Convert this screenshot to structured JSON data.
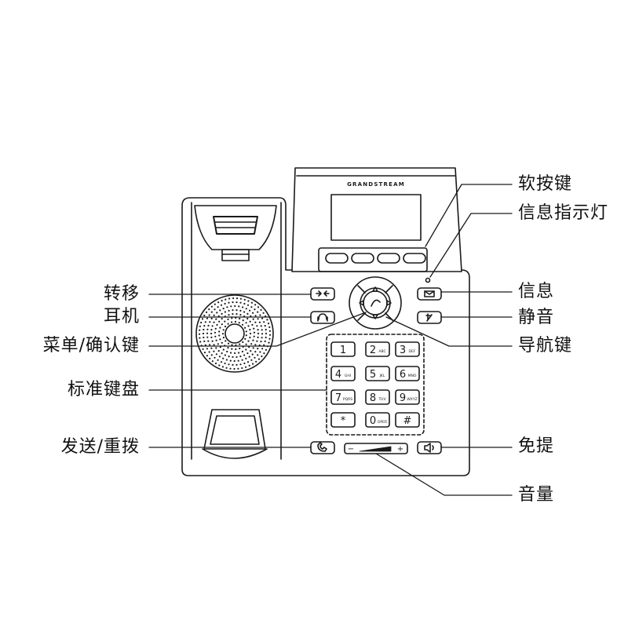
{
  "device": {
    "brand": "GRANDSTREAM",
    "softkey_count": 4
  },
  "labels": {
    "softkeys": "软按键",
    "msg_indicator": "信息指示灯",
    "transfer": "转移",
    "headset": "耳机",
    "menu_ok": "菜单/确认键",
    "keypad": "标准键盘",
    "send_redial": "发送/重拨",
    "message": "信息",
    "mute": "静音",
    "navigation": "导航键",
    "speaker": "免提",
    "volume": "音量"
  },
  "keypad": {
    "keys": [
      {
        "digit": "1",
        "letters": ""
      },
      {
        "digit": "2",
        "letters": "ABC"
      },
      {
        "digit": "3",
        "letters": "DEF"
      },
      {
        "digit": "4",
        "letters": "GHI"
      },
      {
        "digit": "5",
        "letters": "JKL"
      },
      {
        "digit": "6",
        "letters": "MNO"
      },
      {
        "digit": "7",
        "letters": "PQRS"
      },
      {
        "digit": "8",
        "letters": "TUV"
      },
      {
        "digit": "9",
        "letters": "WXYZ"
      },
      {
        "digit": "*",
        "letters": ""
      },
      {
        "digit": "0",
        "letters": "OPER"
      },
      {
        "digit": "#",
        "letters": ""
      }
    ]
  },
  "volume": {
    "minus": "−",
    "plus": "+"
  },
  "colors": {
    "line": "#1a1a1a",
    "background": "#ffffff"
  },
  "icons": {
    "transfer": "transfer-icon",
    "headset": "headset-icon",
    "message": "envelope-icon",
    "mute": "mute-mic-icon",
    "send": "handset-icon",
    "speaker": "speaker-icon",
    "nav": "nav-ring-icon"
  }
}
